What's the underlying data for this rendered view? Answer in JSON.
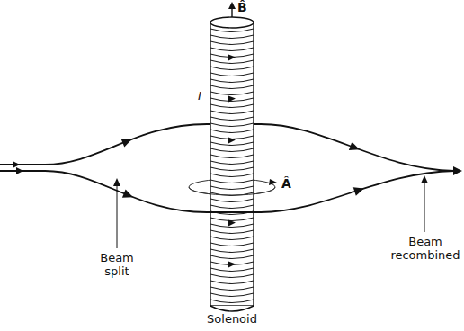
{
  "diagram": {
    "labels": [
      "B̂",
      "I",
      "Â",
      "Beam split",
      "Beam recombined",
      "Solenoid"
    ]
  }
}
